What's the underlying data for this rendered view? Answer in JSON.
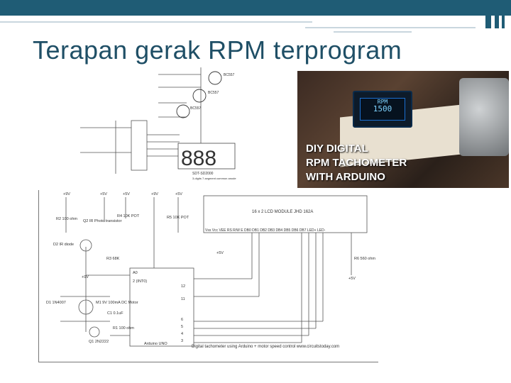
{
  "slide": {
    "title": "Terapan gerak RPM terprogram",
    "colors": {
      "accent": "#1f5c75",
      "title": "#1f4f66"
    }
  },
  "photo": {
    "caption_lines": [
      "DIY DIGITAL",
      "RPM TACHOMETER",
      "WITH ARDUINO"
    ],
    "oled_text": [
      "RPM",
      "1500"
    ]
  },
  "schematic_top": {
    "labels": [
      "BC557",
      "BC557",
      "BC557",
      "888",
      "SDT-SD2000",
      "3-digits 7-segment common anode"
    ]
  },
  "schematic_bottom": {
    "lcd_module": "16 x 2 LCD MODULE JHD 162A",
    "lcd_pins": "Vss Vcc VEE RS R/W E DB0 DB1 DB2 DB3 DB4 DB5 DB6 DB7 LED+ LED-",
    "components": {
      "r2": "R2\n100 ohm",
      "d2": "D2\nIR diode",
      "q2": "Q2\nIR Photo\ntransistor",
      "r4": "R4\n10K\nPOT",
      "r5": "R5\n10K\nPOT",
      "r3": "R3\n68K",
      "d1": "D1\n1N4007",
      "m1": "M1\n9V\n100mA\nDC Motor",
      "c1": "C1\n0.1uF",
      "r1": "R1\n100\nohm",
      "q1": "Q1\n2N2222",
      "r6": "R6\n560 ohm"
    },
    "voltages": [
      "+9V",
      "+5V",
      "+5V",
      "+9V",
      "+5V",
      "+9V",
      "+5V",
      "+5V"
    ],
    "arduino": "Arduino UNO",
    "pins": [
      "A0",
      "2 (INT0)",
      "12",
      "11",
      "6",
      "5",
      "4",
      "3"
    ],
    "caption": "Digital tachometer using Arduino + motor speed control  www.circuitstoday.com"
  }
}
